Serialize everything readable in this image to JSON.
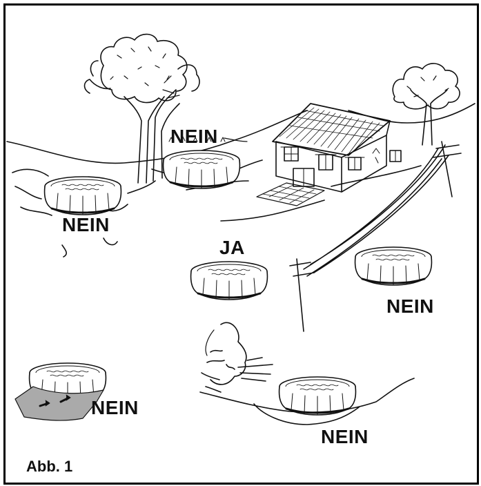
{
  "labels": {
    "nein_trees": "NEIN",
    "nein_left": "NEIN",
    "ja_center": "JA",
    "nein_powerline": "NEIN",
    "nein_slope": "NEIN",
    "nein_wind": "NEIN"
  },
  "caption": "Abb. 1"
}
